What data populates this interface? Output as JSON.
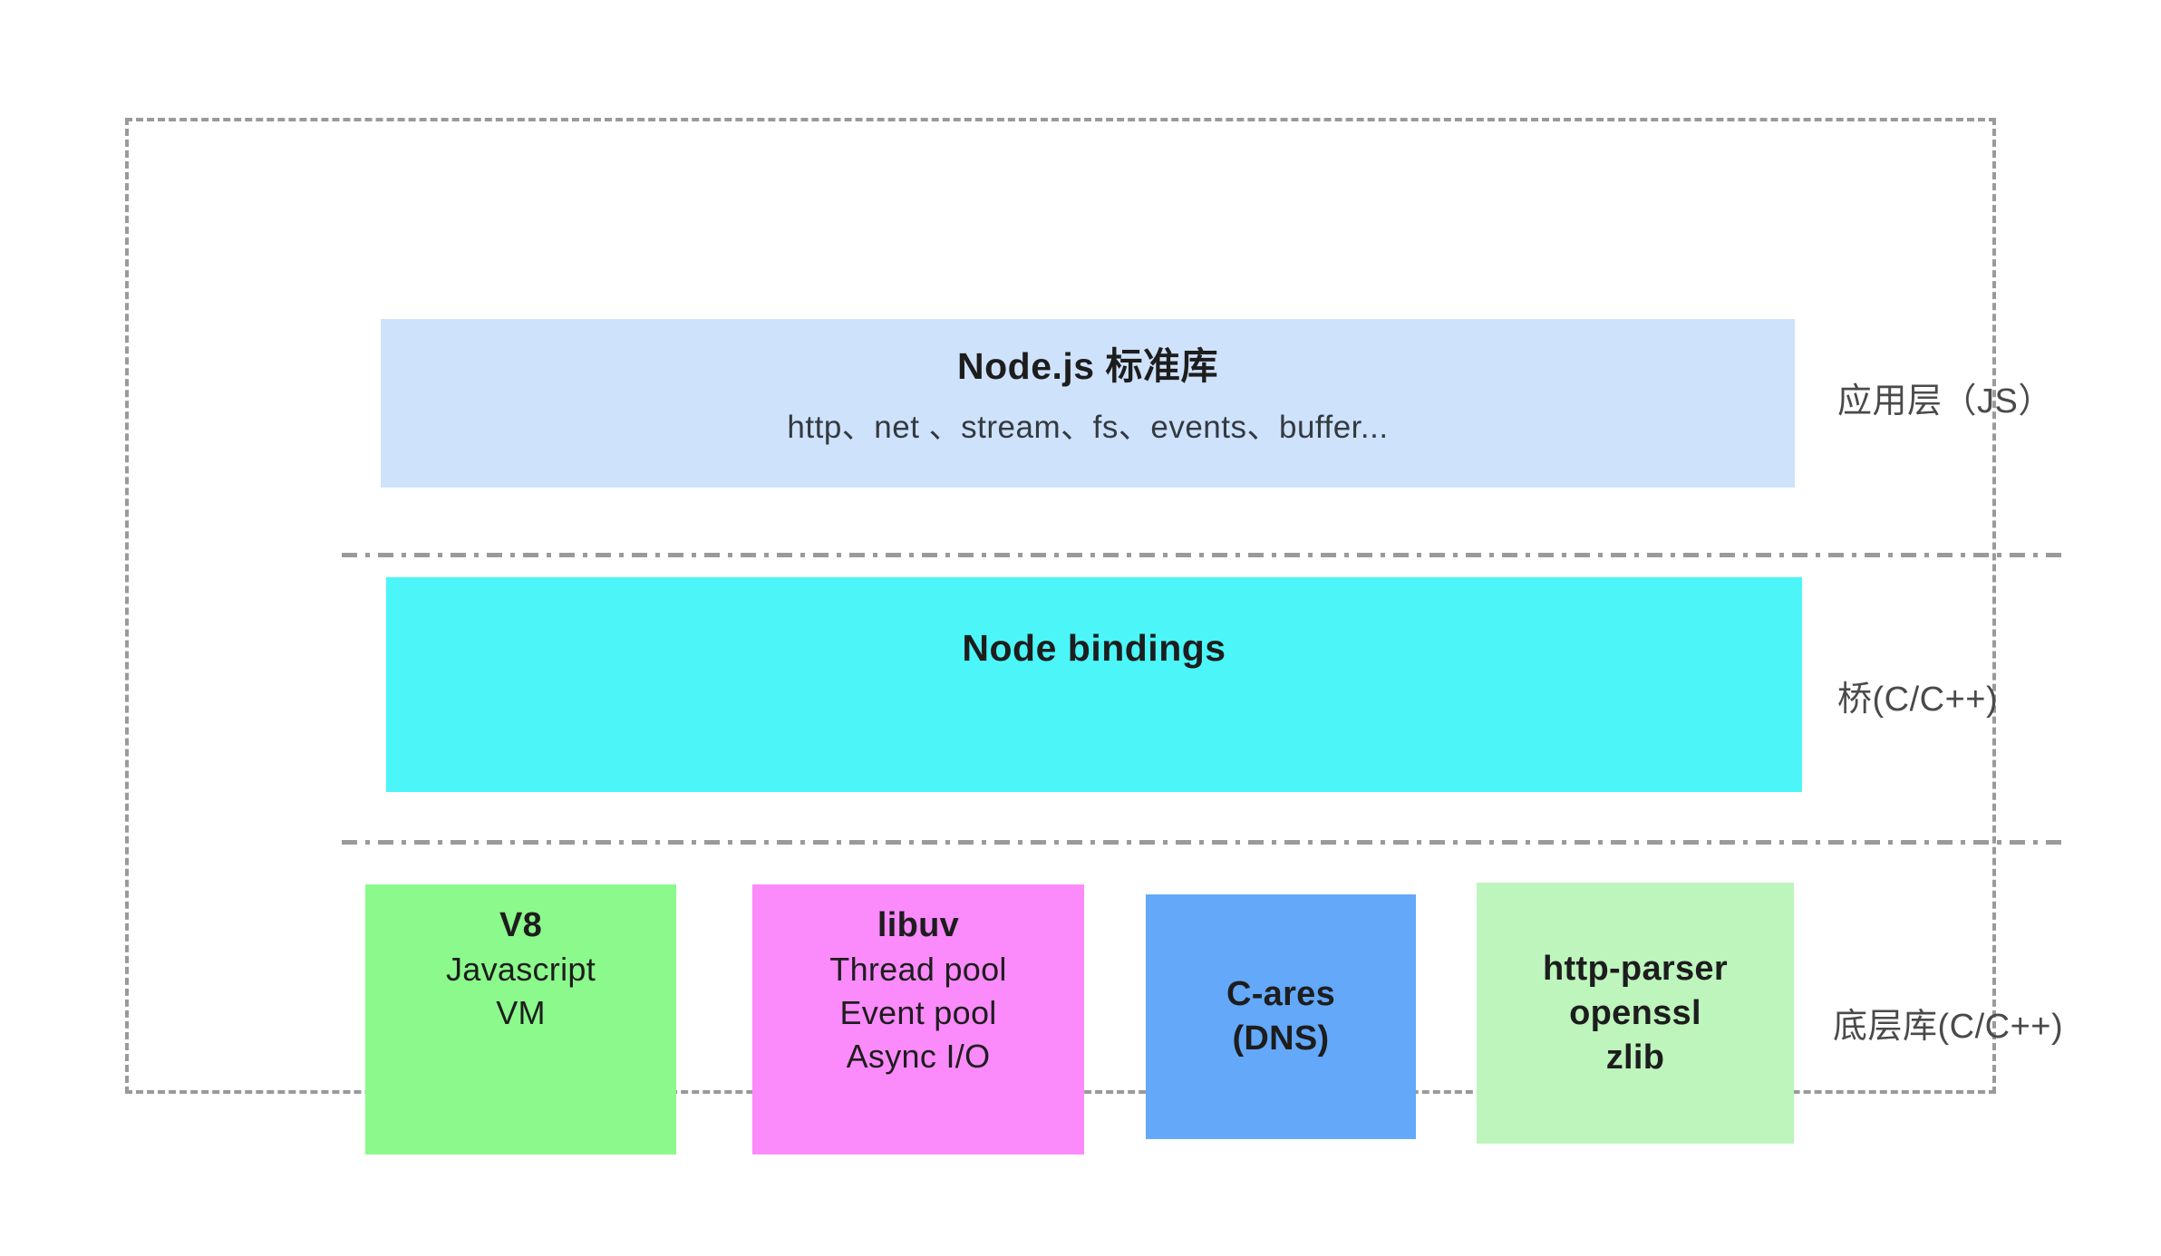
{
  "diagram": {
    "title": "Node.js architecture layers",
    "frame_border_color": "#9a9a9a",
    "layers": [
      {
        "id": "application",
        "caption": "应用层（JS）",
        "box_color": "#cfe2fb",
        "title": "Node.js 标准库",
        "subtitle": "http、net 、stream、fs、events、buffer..."
      },
      {
        "id": "bindings",
        "caption": "桥(C/C++)",
        "box_color": "#4bf5f8",
        "title": "Node bindings"
      },
      {
        "id": "native",
        "caption": "底层库(C/C++)",
        "boxes": [
          {
            "id": "v8",
            "color": "#8bf98b",
            "title": "V8",
            "lines": [
              "Javascript",
              "VM"
            ]
          },
          {
            "id": "libuv",
            "color": "#fb8afb",
            "title": "libuv",
            "lines": [
              "Thread pool",
              "Event pool",
              "Async I/O"
            ]
          },
          {
            "id": "c-ares",
            "color": "#63a8f9",
            "title": "C-ares",
            "lines": [
              "(DNS)"
            ]
          },
          {
            "id": "http-parser",
            "color": "#bdf5bd",
            "title": "http-parser",
            "lines": [
              "openssl",
              "zlib"
            ]
          }
        ]
      }
    ]
  }
}
